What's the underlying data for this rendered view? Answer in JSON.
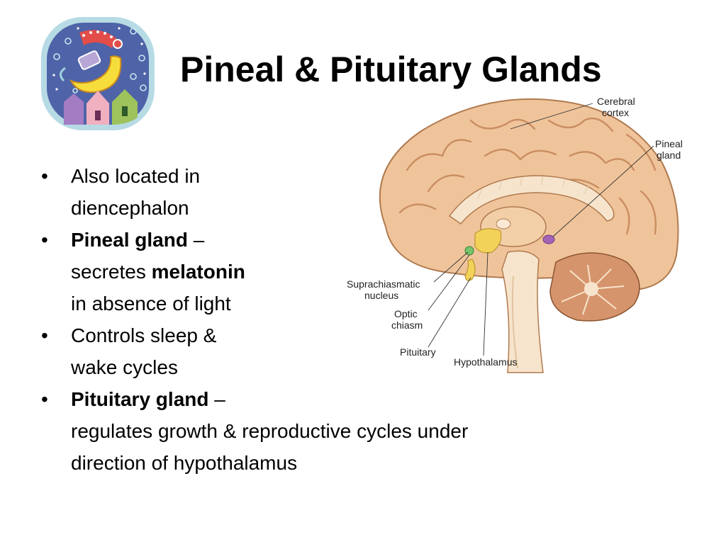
{
  "slide": {
    "title": "Pineal & Pituitary Glands",
    "logo_icon": "moon-houses-mosaic-icon",
    "bullets": [
      {
        "lines": [
          [
            {
              "text": "Also located in"
            }
          ],
          [
            {
              "text": "diencephalon"
            }
          ]
        ]
      },
      {
        "lines": [
          [
            {
              "text": "Pineal gland",
              "bold": true
            },
            {
              "text": " –"
            }
          ],
          [
            {
              "text": "secretes "
            },
            {
              "text": "melatonin",
              "bold": true
            }
          ],
          [
            {
              "text": "in absence of light"
            }
          ]
        ]
      },
      {
        "lines": [
          [
            {
              "text": "Controls sleep &"
            }
          ],
          [
            {
              "text": "wake cycles"
            }
          ]
        ]
      },
      {
        "lines": [
          [
            {
              "text": "Pituitary gland",
              "bold": true
            },
            {
              "text": " –"
            }
          ],
          [
            {
              "text": "regulates growth & reproductive cycles under"
            }
          ],
          [
            {
              "text": "direction of hypothalamus"
            }
          ]
        ]
      }
    ],
    "bullet_symbol": "•"
  },
  "figure": {
    "labels": {
      "cerebral_1": "Cerebral",
      "cerebral_2": "cortex",
      "pineal_1": "Pineal",
      "pineal_2": "gland",
      "scn_1": "Suprachiasmatic",
      "scn_2": "nucleus",
      "optic_1": "Optic",
      "optic_2": "chiasm",
      "pituitary": "Pituitary",
      "hypothalamus": "Hypothalamus"
    }
  },
  "colors": {
    "brain_tissue": "#f0c49b",
    "brain_outline": "#b07a4f",
    "white_matter": "#f7e4cc",
    "pineal": "#a464b8",
    "hypothalamus": "#f3d25a",
    "suprachiasmatic": "#77c36a",
    "cerebellum": "#d6946c",
    "logo_bg": "#4f63a8",
    "logo_moon": "#f7dd3b"
  }
}
